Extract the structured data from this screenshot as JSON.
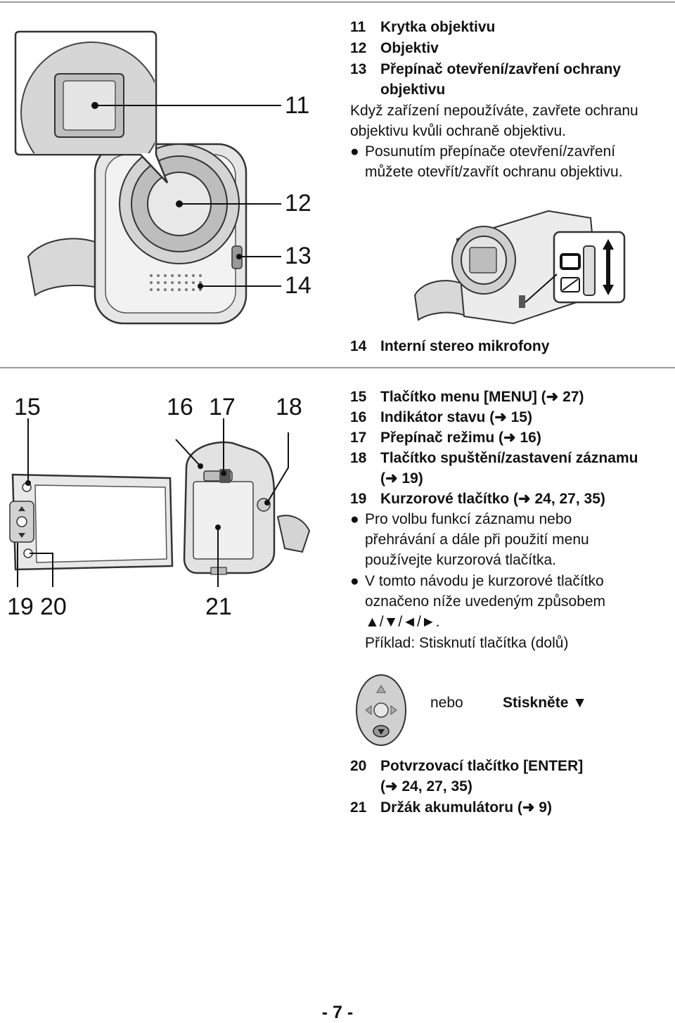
{
  "top_section": {
    "items": [
      {
        "num": "11",
        "text": "Krytka objektivu"
      },
      {
        "num": "12",
        "text": "Objektiv"
      },
      {
        "num": "13",
        "text_line1": "Přepínač otevření/zavření ochrany",
        "text_line2": "objektivu"
      }
    ],
    "desc_line1": "Když zařízení nepoužíváte, zavřete ochranu",
    "desc_line2": "objektivu kvůli ochraně objektivu.",
    "bullet_line1": "Posunutím přepínače otevření/zavření",
    "bullet_line2": "můžete otevřít/zavřít ochranu objektivu.",
    "item14": {
      "num": "14",
      "text": "Interní stereo mikrofony"
    },
    "callouts": [
      "11",
      "12",
      "13",
      "14"
    ]
  },
  "middle_section": {
    "callouts": [
      "15",
      "16",
      "17",
      "18",
      "19",
      "20",
      "21"
    ],
    "items": [
      {
        "num": "15",
        "text": "Tlačítko menu [MENU] (➜ 27)"
      },
      {
        "num": "16",
        "text": "Indikátor stavu (➜ 15)"
      },
      {
        "num": "17",
        "text": "Přepínač režimu (➜ 16)"
      },
      {
        "num": "18",
        "text_line1": "Tlačítko spuštění/zastavení záznamu",
        "text_line2": "(➜ 19)"
      },
      {
        "num": "19",
        "text": "Kurzorové tlačítko (➜ 24, 27, 35)"
      }
    ],
    "bullet1_line1": "Pro volbu funkcí záznamu nebo",
    "bullet1_line2": "přehrávání a dále při použití menu",
    "bullet1_line3": "používejte kurzorová tlačítka.",
    "bullet2_line1": "V tomto návodu je kurzorové tlačítko",
    "bullet2_line2": "označeno níže uvedeným způsobem",
    "bullet2_line3": "▲/▼/◄/►.",
    "example": "Příklad: Stisknutí tlačítka (dolů)",
    "or_word": "nebo",
    "press_label": "Stiskněte ▼"
  },
  "bottom_section": {
    "items": [
      {
        "num": "20",
        "text_line1": "Potvrzovací tlačítko [ENTER]",
        "text_line2": "(➜ 24, 27, 35)"
      },
      {
        "num": "21",
        "text": "Držák akumulátoru (➜ 9)"
      }
    ]
  },
  "bullet_symbol": "●",
  "page_number": "- 7 -"
}
